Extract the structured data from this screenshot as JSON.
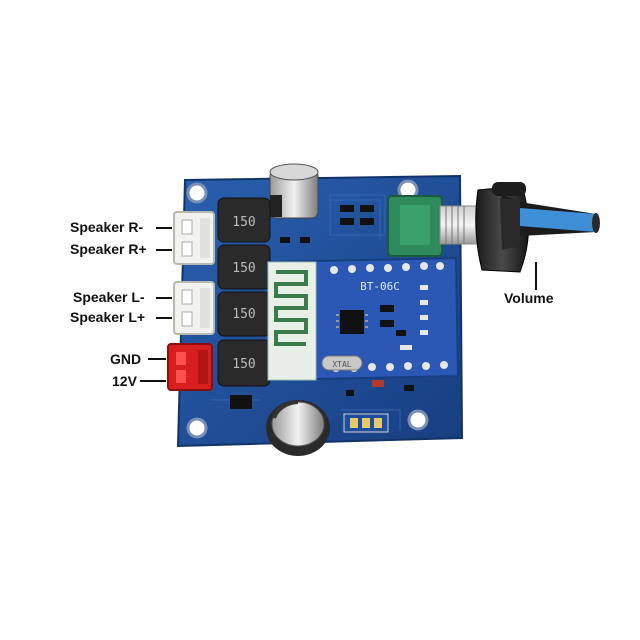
{
  "labels": {
    "speaker_r_minus": "Speaker R-",
    "speaker_r_plus": "Speaker R+",
    "speaker_l_minus": "Speaker L-",
    "speaker_l_plus": "Speaker L+",
    "gnd": "GND",
    "v12": "12V",
    "volume": "Volume"
  },
  "pcb_markings": {
    "inductor": "150",
    "module": "BT-06C",
    "crystal": "XTAL"
  },
  "colors": {
    "pcb": "#1f4f9c",
    "module": "#2b58b4",
    "connector_white": "#f2f2ee",
    "connector_red": "#d81e1e",
    "pot_green": "#2f8a5c",
    "knob": "#2a2a2a",
    "knob_stripe": "#3f8fd6"
  },
  "icons": [
    "capacitor-icon",
    "inductor-icon",
    "potentiometer-knob-icon",
    "bluetooth-antenna-icon"
  ]
}
